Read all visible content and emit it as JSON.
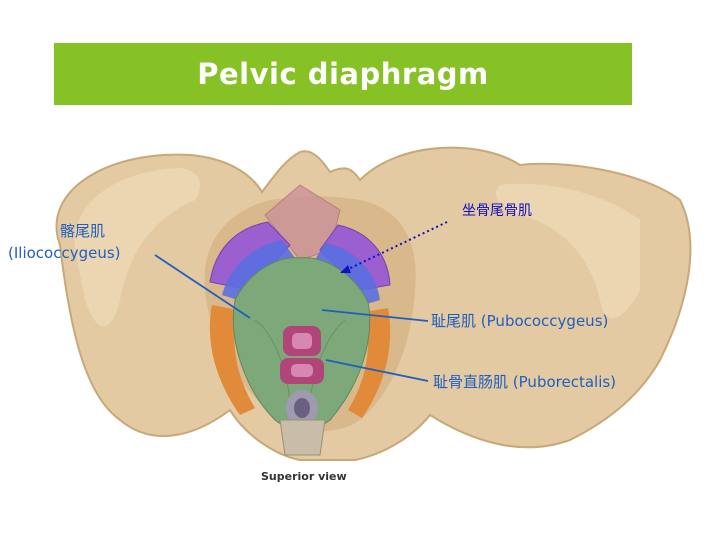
{
  "title": "Pelvic diaphragm",
  "caption": "Superior view",
  "labels": {
    "iliococcygeus_cn": "髂尾肌",
    "iliococcygeus_en": "(Iliococcygeus)",
    "ischiococcygeus_cn": "坐骨尾骨肌",
    "pubococcygeus_cn": "耻尾肌",
    "pubococcygeus_en": "(Pubococcygeus)",
    "puborectalis_cn": "耻骨直肠肌",
    "puborectalis_en": "(Puborectalis)"
  },
  "colors": {
    "title_bar": "#86c226",
    "label_blue": "#1f5fbf",
    "ischio_label": "#1010c0",
    "bone": "#e2c9a0",
    "muscle_green": "#7da87a",
    "muscle_purple": "#9b5fd0",
    "muscle_blue": "#5a6fe0",
    "muscle_orange": "#e08a3a",
    "rectum": "#b0457a"
  }
}
